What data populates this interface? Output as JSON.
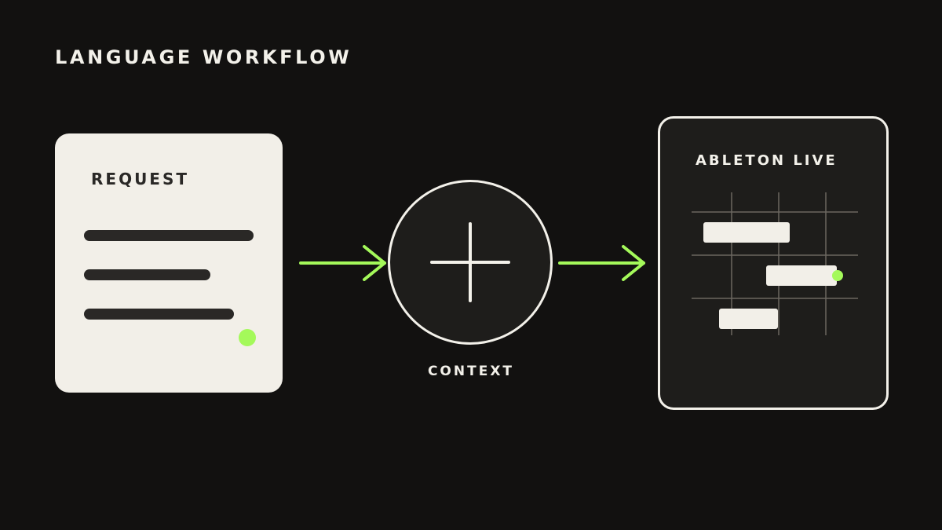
{
  "title": "LANGUAGE WORKFLOW",
  "request": {
    "label": "REQUEST"
  },
  "context": {
    "label": "CONTEXT",
    "icon": "plus-icon"
  },
  "ableton": {
    "label": "ABLETON LIVE"
  },
  "colors": {
    "background": "#121110",
    "card_light": "#f2efe8",
    "card_dark": "#1e1d1b",
    "ink": "#2a2826",
    "text_light": "#f3f1ea",
    "accent": "#a4f95a",
    "grid_line": "#6b6760"
  }
}
